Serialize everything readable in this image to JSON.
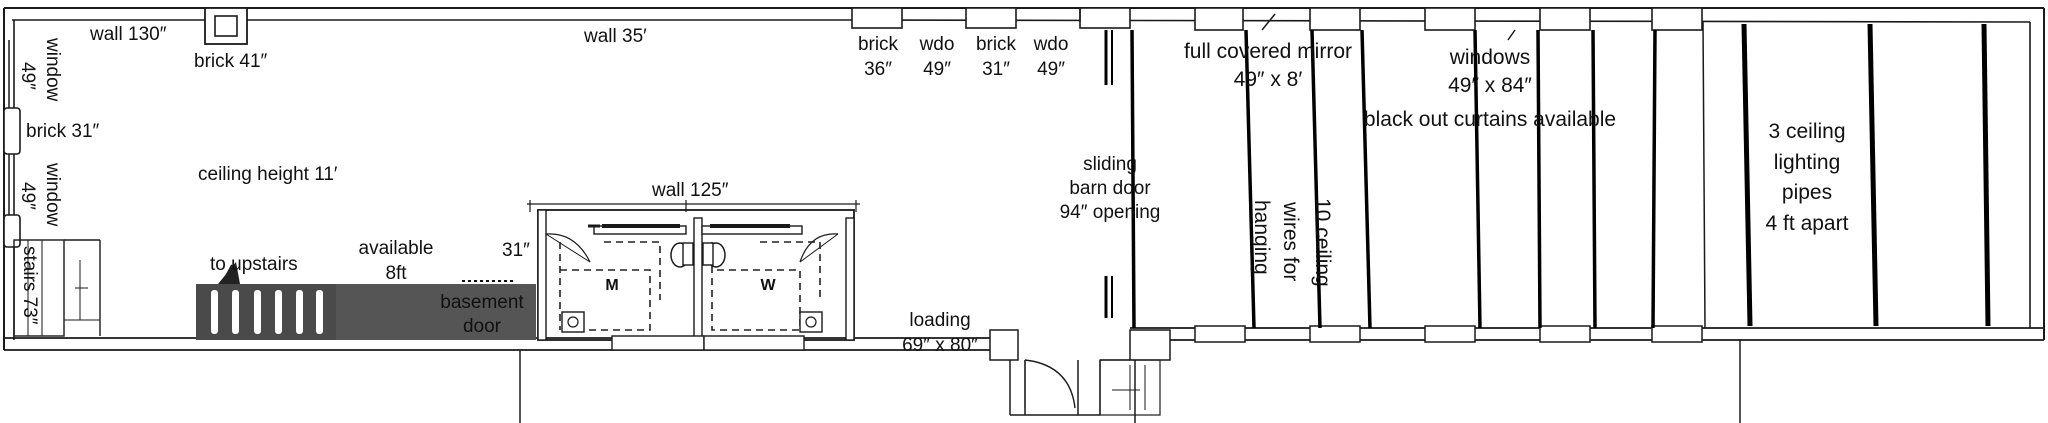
{
  "labels": {
    "wall_130": "wall 130″",
    "brick_41": "brick 41″",
    "wall_35": "wall 35′",
    "window_left_top_a": "window",
    "window_left_top_b": "49″",
    "brick_31_left": "brick 31″",
    "window_left_bottom_a": "window",
    "window_left_bottom_b": "49″",
    "stairs": "stairs 73″",
    "brick_36_a": "brick",
    "brick_36_b": "36″",
    "wdo_49_a": "wdo",
    "wdo_49_b": "49″",
    "brick_31_a": "brick",
    "brick_31_b": "31″",
    "wdo2_a": "wdo",
    "wdo2_b": "49″",
    "ceiling_height": "ceiling height 11′",
    "to_upstairs": "to upstairs",
    "available_a": "available",
    "available_b": "8ft",
    "dim_31": "31″",
    "basement_a": "basement",
    "basement_b": "door",
    "wall_125": "wall 125″",
    "restroom_m": "M",
    "restroom_w": "W",
    "loading_a": "loading",
    "loading_b": "69″ x 80″",
    "barn_a": "sliding",
    "barn_b": "barn door",
    "barn_c": "94″ opening",
    "mirror_a": "full covered mirror",
    "mirror_b": "49″ x 8′",
    "wires_a": "hanging",
    "wires_b": "wires for",
    "wires_c": "10 ceiling",
    "windows_a": "windows",
    "windows_b": "49″ x 84″",
    "blackout": "black out curtains available",
    "pipes_a": "3 ceiling",
    "pipes_b": "lighting",
    "pipes_c": "pipes",
    "pipes_d": "4 ft apart"
  }
}
